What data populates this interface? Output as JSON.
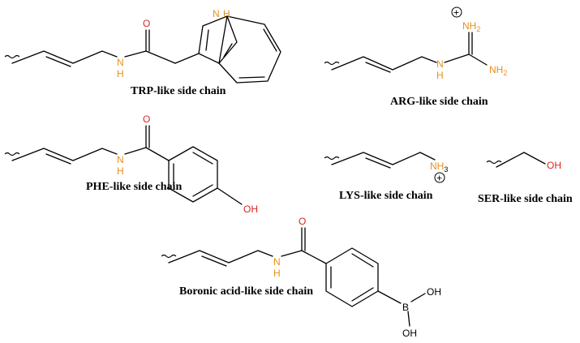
{
  "captions": {
    "trp": "TRP-like side chain",
    "arg": "ARG-like side chain",
    "phe": "PHE-like side chain",
    "lys": "LYS-like side chain",
    "ser": "SER-like side chain",
    "boronic": "Boronic acid-like side chain"
  },
  "atoms": {
    "trp_O": "O",
    "trp_N": "N",
    "trp_H": "H",
    "trp_indole_N": "N",
    "trp_indole_H": "H",
    "arg_N": "N",
    "arg_H": "H",
    "arg_NH2_top": "NH",
    "arg_NH2_top_sub": "2",
    "arg_NH2_right": "NH",
    "arg_NH2_right_sub": "2",
    "arg_charge": "+",
    "phe_O": "O",
    "phe_N": "N",
    "phe_H": "H",
    "phe_OH": "OH",
    "lys_NH3": "NH",
    "lys_NH3_sub": "3",
    "lys_charge": "+",
    "ser_OH": "OH",
    "bor_O": "O",
    "bor_N": "N",
    "bor_H": "H",
    "bor_B": "B",
    "bor_OH1": "OH",
    "bor_OH2": "OH"
  },
  "colors": {
    "oxygen": "#d9261c",
    "nitrogen": "#e8901a",
    "boron": "#000000",
    "bond": "#000000",
    "background": "#ffffff"
  }
}
